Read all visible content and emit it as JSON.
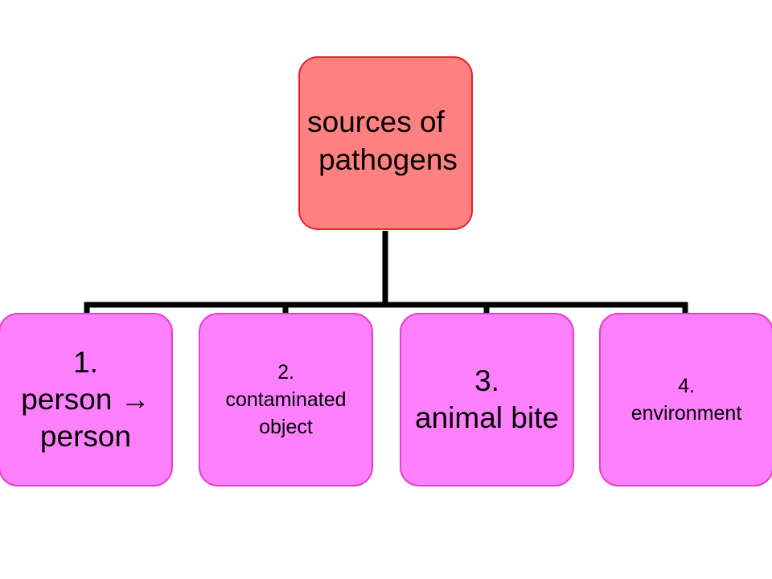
{
  "diagram": {
    "root": {
      "line1": "sources of",
      "line2": "pathogens"
    },
    "children": [
      {
        "label": "1.\nperson →\nperson"
      },
      {
        "label": "2.\ncontaminated\nobject"
      },
      {
        "label": "3.\nanimal bite"
      },
      {
        "label": "4.\nenvironment"
      }
    ],
    "colors": {
      "root_fill": "#ff8080",
      "root_border": "#e8242e",
      "child_fill": "#ff80ff",
      "child_border": "#e640c9",
      "connector": "#000000"
    }
  }
}
